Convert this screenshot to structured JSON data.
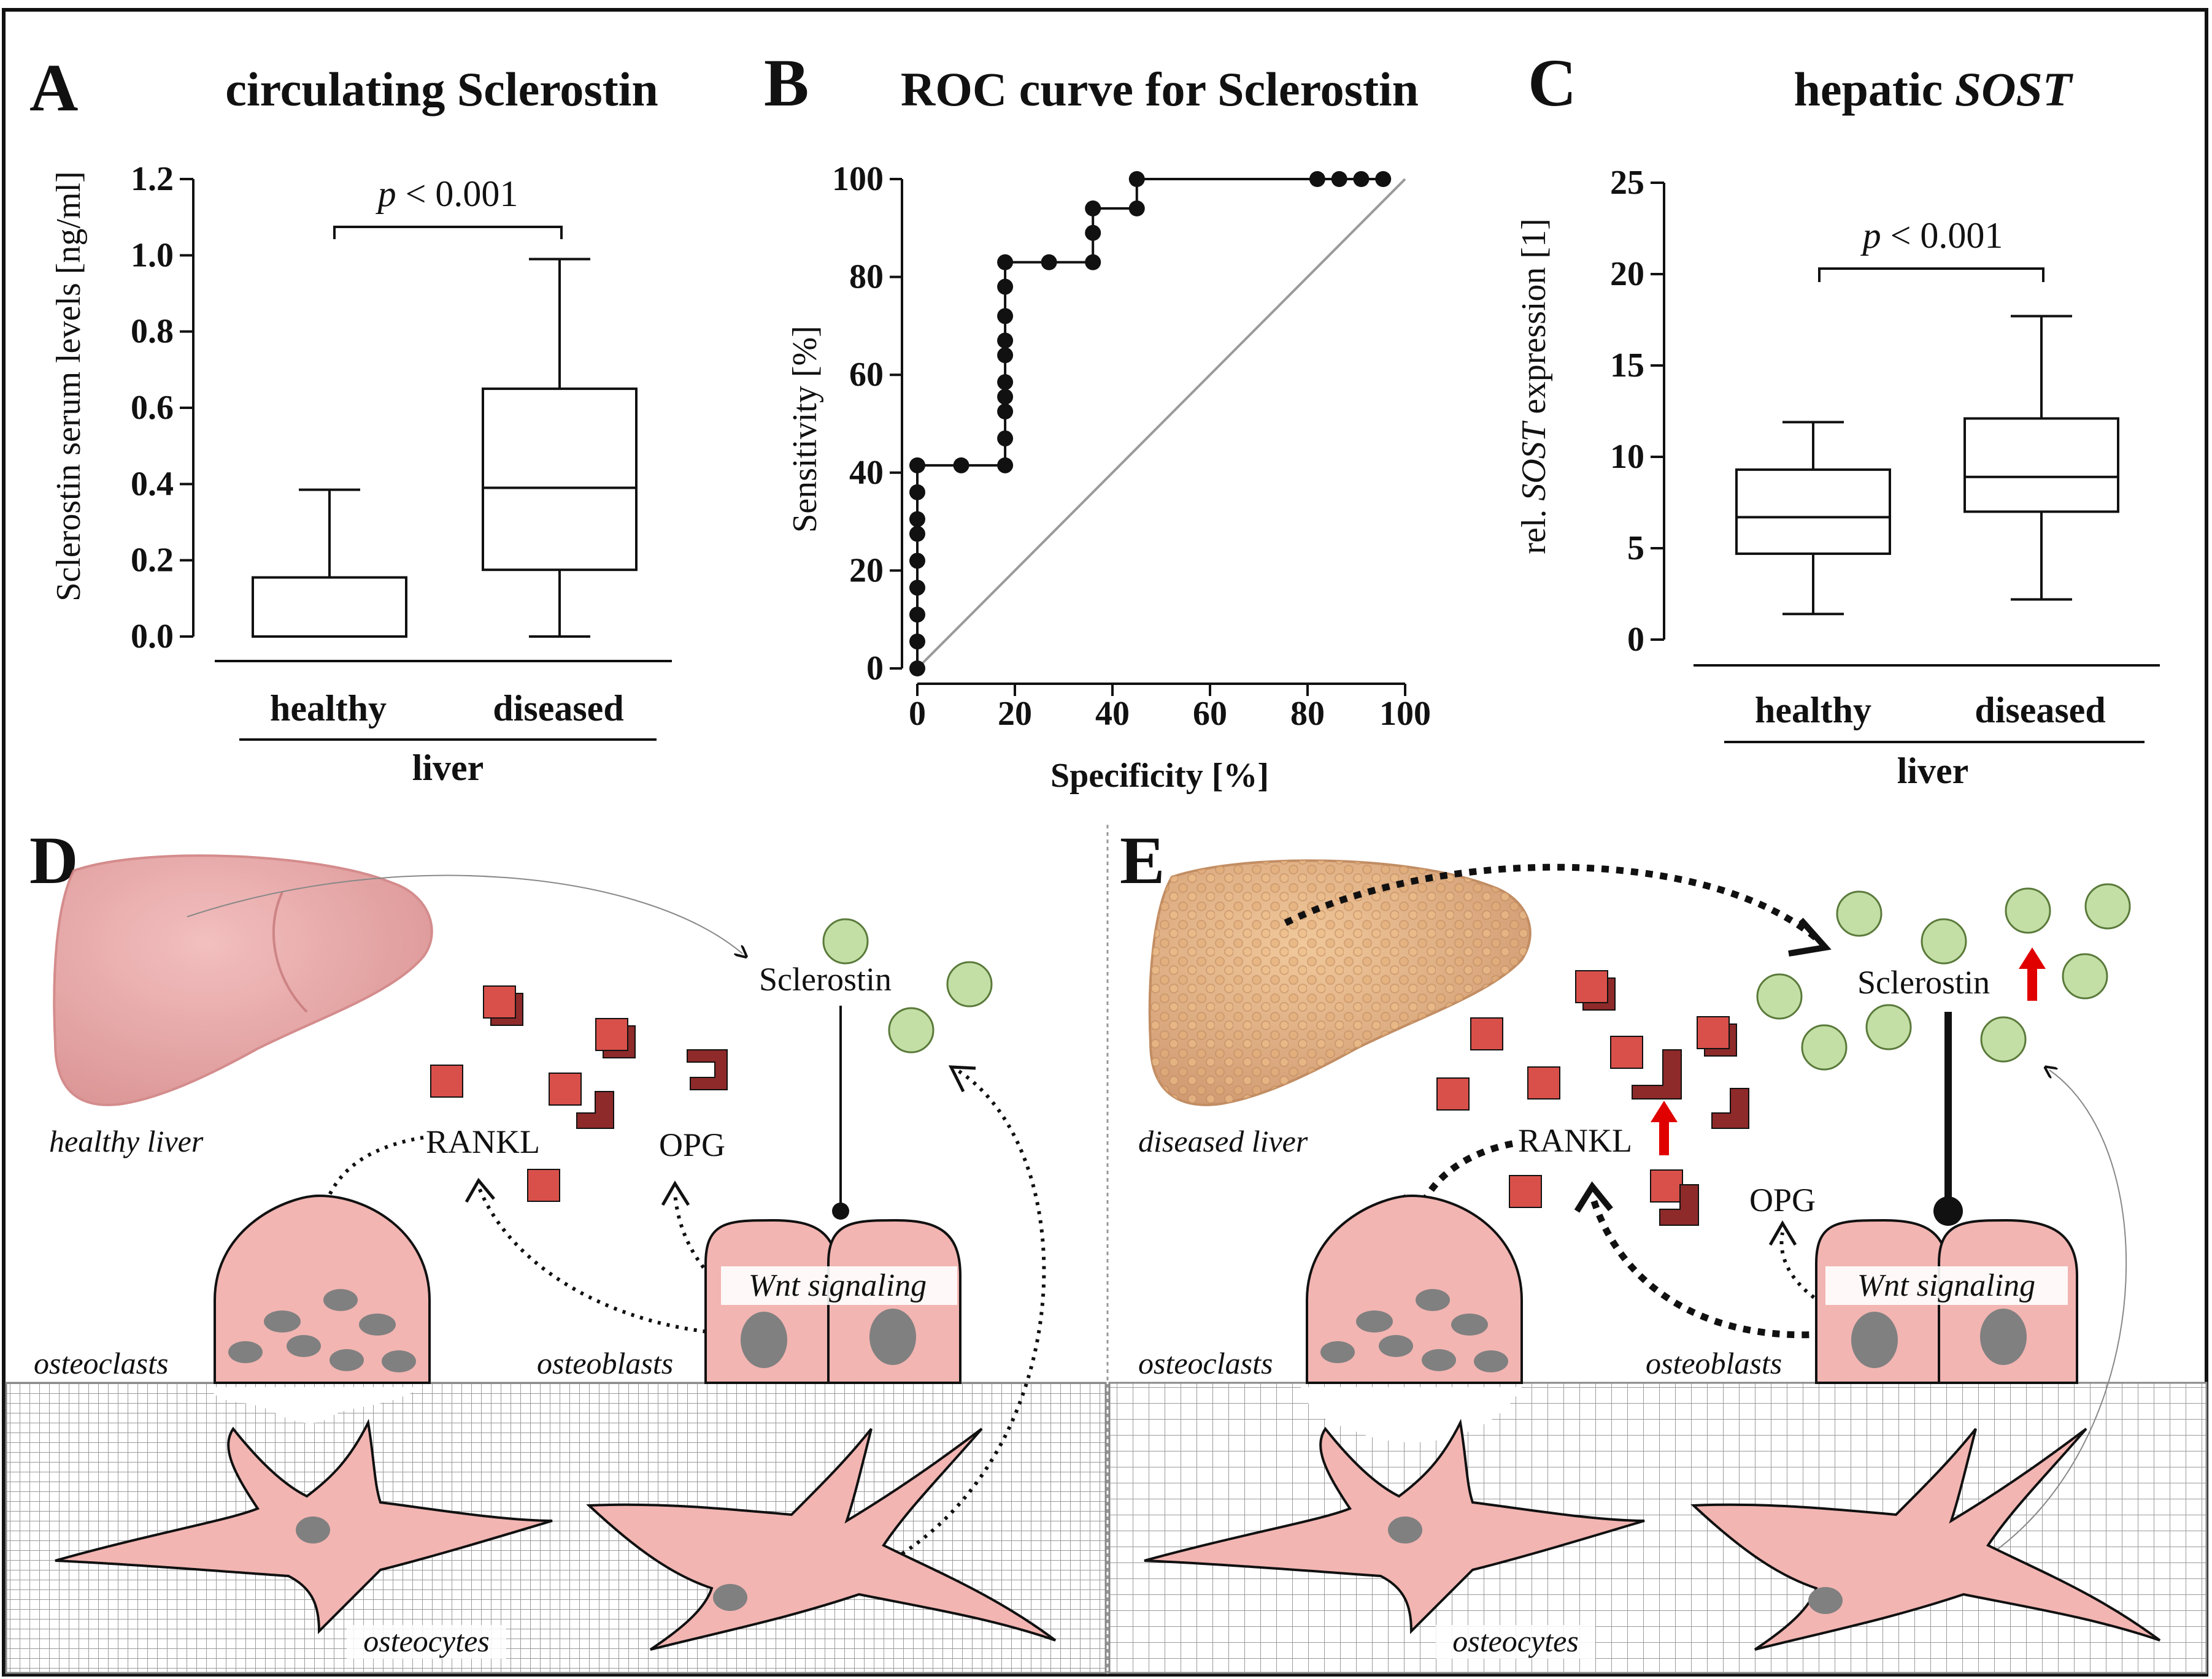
{
  "colors": {
    "rankl": "#d9504a",
    "rankl_dark": "#8e2a2a",
    "sclerostin": "#c3dfa6",
    "sclerostin_stroke": "#5a7a3a",
    "cell": "#f2b5b2",
    "nucleus": "#808080",
    "liver_healthy": "#e8a0a0",
    "liver_diseased": "#d9a070",
    "red_arrow": "#e00000"
  },
  "chart_data": [
    {
      "type": "box",
      "panel": "A",
      "title": "circulating Sclerostin",
      "ylabel": "Sclerostin serum levels [ng/ml]",
      "xlabel": "liver",
      "ylim": [
        0,
        1.2
      ],
      "yticks": [
        "0.0",
        "0.2",
        "0.4",
        "0.6",
        "0.8",
        "1.0",
        "1.2"
      ],
      "categories": [
        "healthy",
        "diseased"
      ],
      "boxes": [
        {
          "min": 0.0,
          "q1": 0.0,
          "median": 0.0,
          "q3": 0.155,
          "max": 0.385
        },
        {
          "min": 0.0,
          "q1": 0.175,
          "median": 0.39,
          "q3": 0.65,
          "max": 0.99
        }
      ],
      "annotation": {
        "p": "p",
        "text": " < 0.001"
      }
    },
    {
      "type": "line",
      "panel": "B",
      "title": "ROC curve for Sclerostin",
      "xlabel": "Specificity [%]",
      "ylabel": "Sensitivity [%]",
      "xlim": [
        0,
        100
      ],
      "ylim": [
        0,
        100
      ],
      "xticks": [
        "0",
        "20",
        "40",
        "60",
        "80",
        "100"
      ],
      "yticks": [
        "0",
        "20",
        "40",
        "60",
        "80",
        "100"
      ],
      "points": [
        [
          0,
          0
        ],
        [
          0,
          5.5
        ],
        [
          0,
          11
        ],
        [
          0,
          16.5
        ],
        [
          0,
          22
        ],
        [
          0,
          27.5
        ],
        [
          0,
          30.5
        ],
        [
          0,
          36
        ],
        [
          0,
          41.5
        ],
        [
          9,
          41.5
        ],
        [
          18,
          41.5
        ],
        [
          18,
          47
        ],
        [
          18,
          52.5
        ],
        [
          18,
          55.5
        ],
        [
          18,
          58.5
        ],
        [
          18,
          64
        ],
        [
          18,
          67
        ],
        [
          18,
          72
        ],
        [
          18,
          78
        ],
        [
          18,
          83
        ],
        [
          27,
          83
        ],
        [
          36,
          83
        ],
        [
          36,
          89
        ],
        [
          36,
          94
        ],
        [
          45,
          94
        ],
        [
          45,
          100
        ],
        [
          82,
          100
        ],
        [
          86.5,
          100
        ],
        [
          91,
          100
        ],
        [
          95.5,
          100
        ]
      ],
      "diagonal": true
    },
    {
      "type": "box",
      "panel": "C",
      "title_plain": "hepatic ",
      "title_italic": "SOST",
      "ylabel_plain_1": "rel. ",
      "ylabel_italic": "SOST",
      "ylabel_plain_2": " expression [1]",
      "xlabel": "liver",
      "ylim": [
        0,
        25
      ],
      "yticks": [
        "0",
        "5",
        "10",
        "15",
        "20",
        "25"
      ],
      "categories": [
        "healthy",
        "diseased"
      ],
      "boxes": [
        {
          "min": 1.4,
          "q1": 4.7,
          "median": 6.7,
          "q3": 9.3,
          "max": 11.9
        },
        {
          "min": 2.2,
          "q1": 7.0,
          "median": 8.9,
          "q3": 12.1,
          "max": 17.7
        }
      ],
      "annotation": {
        "p": "p",
        "text": " < 0.001"
      }
    }
  ],
  "diagram_d": {
    "letter": "D",
    "liver_label": "healthy liver",
    "sclerostin": "Sclerostin",
    "rankl": "RANKL",
    "opg": "OPG",
    "wnt": "Wnt signaling",
    "osteoclasts": "osteoclasts",
    "osteoblasts": "osteoblasts",
    "osteocytes": "osteocytes"
  },
  "diagram_e": {
    "letter": "E",
    "liver_label": "diseased liver",
    "sclerostin": "Sclerostin",
    "rankl": "RANKL",
    "opg": "OPG",
    "wnt": "Wnt signaling",
    "osteoclasts": "osteoclasts",
    "osteoblasts": "osteoblasts",
    "osteocytes": "osteocytes"
  },
  "panel_letters": [
    "A",
    "B",
    "C"
  ]
}
